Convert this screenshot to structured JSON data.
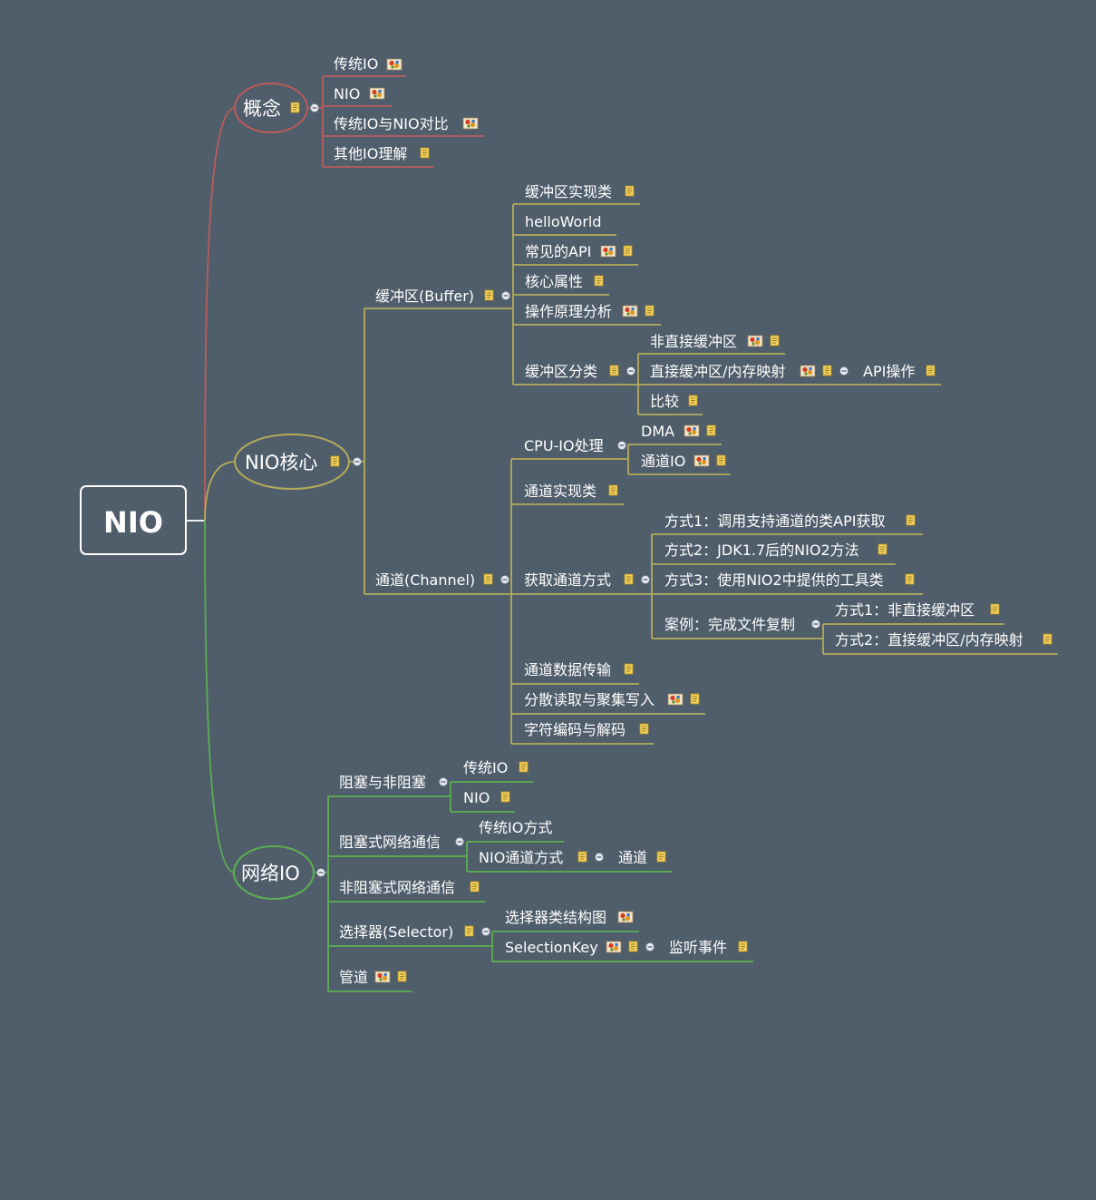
{
  "colors": {
    "background": "#505e6b",
    "concept_branch": "#b85c5c",
    "core_branch": "#b3ab5b",
    "network_branch": "#5bae52",
    "root_border": "#ffffff",
    "note_icon": "#f0d060",
    "image_icon": "#c7452b"
  },
  "root": {
    "label": "NIO"
  },
  "concept": {
    "label": "概念",
    "items": [
      {
        "label": "传统IO",
        "icons": [
          "image-icon"
        ]
      },
      {
        "label": "NIO",
        "icons": [
          "image-icon"
        ]
      },
      {
        "label": "传统IO与NIO对比",
        "icons": [
          "image-icon"
        ]
      },
      {
        "label": "其他IO理解",
        "icons": [
          "note-icon"
        ]
      }
    ]
  },
  "core": {
    "label": "NIO核心",
    "buffer": {
      "label": "缓冲区(Buffer)",
      "items": [
        {
          "label": "缓冲区实现类"
        },
        {
          "label": "helloWorld"
        },
        {
          "label": "常见的API"
        },
        {
          "label": "核心属性"
        },
        {
          "label": "操作原理分析"
        },
        {
          "label": "缓冲区分类"
        }
      ],
      "classification": {
        "items": [
          {
            "label": "非直接缓冲区"
          },
          {
            "label": "直接缓冲区/内存映射"
          },
          {
            "label": "比较"
          }
        ],
        "direct_child": {
          "label": "API操作"
        }
      }
    },
    "channel": {
      "label": "通道(Channel)",
      "items": [
        {
          "label": "CPU-IO处理"
        },
        {
          "label": "通道实现类"
        },
        {
          "label": "获取通道方式"
        },
        {
          "label": "通道数据传输"
        },
        {
          "label": "分散读取与聚集写入"
        },
        {
          "label": "字符编码与解码"
        }
      ],
      "cpu_io": [
        {
          "label": "DMA"
        },
        {
          "label": "通道IO"
        }
      ],
      "methods": [
        {
          "label": "方式1：调用支持通道的类API获取"
        },
        {
          "label": "方式2：JDK1.7后的NIO2方法"
        },
        {
          "label": "方式3：使用NIO2中提供的工具类"
        },
        {
          "label": "案例：完成文件复制"
        }
      ],
      "case": [
        {
          "label": "方式1：非直接缓冲区"
        },
        {
          "label": "方式2：直接缓冲区/内存映射"
        }
      ]
    }
  },
  "network": {
    "label": "网络IO",
    "items": [
      {
        "label": "阻塞与非阻塞"
      },
      {
        "label": "阻塞式网络通信"
      },
      {
        "label": "非阻塞式网络通信"
      },
      {
        "label": "选择器(Selector)"
      },
      {
        "label": "管道"
      }
    ],
    "blocking": [
      {
        "label": "传统IO"
      },
      {
        "label": "NIO"
      }
    ],
    "blocking_comm": [
      {
        "label": "传统IO方式"
      },
      {
        "label": "NIO通道方式"
      }
    ],
    "nio_channel_child": {
      "label": "通道"
    },
    "selector": [
      {
        "label": "选择器类结构图"
      },
      {
        "label": "SelectionKey"
      }
    ],
    "selection_key_child": {
      "label": "监听事件"
    }
  }
}
